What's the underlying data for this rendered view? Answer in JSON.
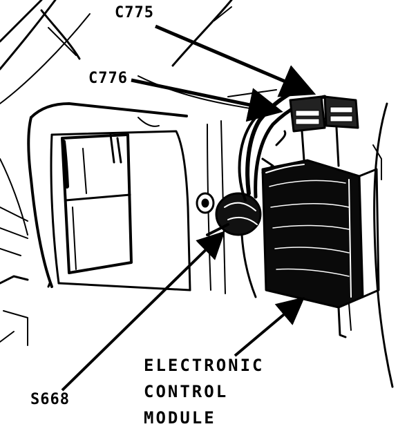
{
  "labels": {
    "c775": "C775",
    "c776": "C776",
    "s668": "S668",
    "ecm_line1": "ELECTRONIC",
    "ecm_line2": "CONTROL",
    "ecm_line3": "MODULE"
  },
  "colors": {
    "ink": "#000000",
    "paper": "#ffffff"
  }
}
